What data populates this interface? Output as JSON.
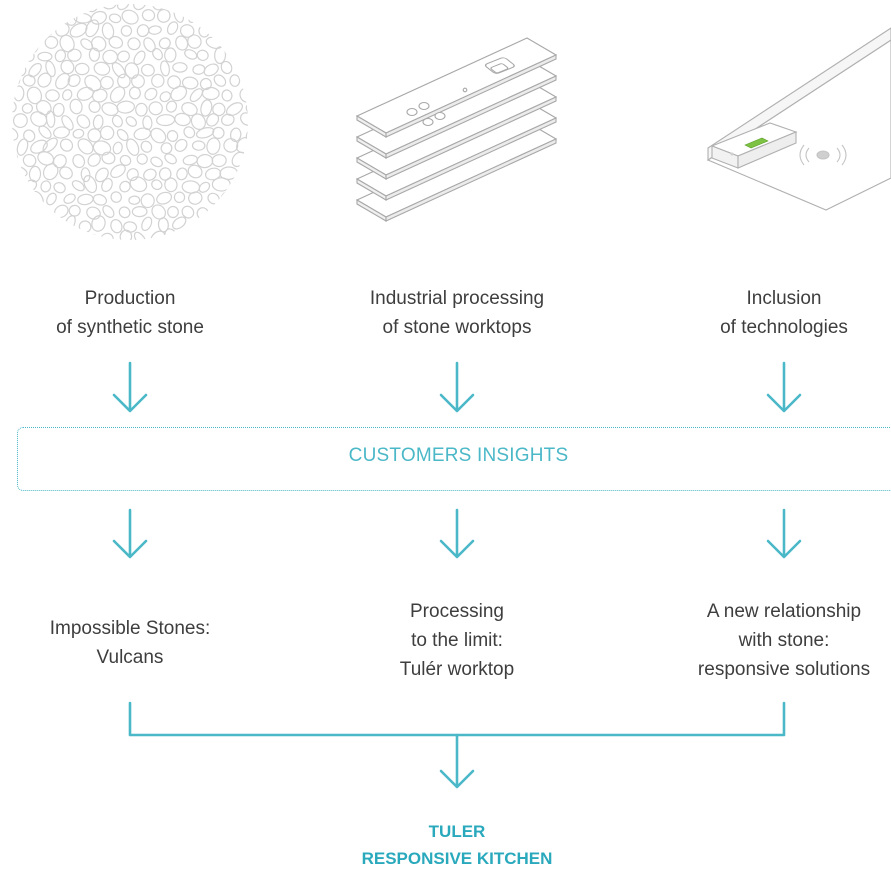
{
  "diagram": {
    "accent_color": "#4bb8c8",
    "illustrations": [
      {
        "icon": "synthetic-stone-texture-icon"
      },
      {
        "icon": "stacked-worktops-icon"
      },
      {
        "icon": "smart-worktop-icon",
        "highlight_color": "#7dc242"
      }
    ],
    "columns": [
      {
        "top_label": [
          "Production",
          "of synthetic stone"
        ],
        "bottom_label": [
          "Impossible Stones:",
          "Vulcans"
        ]
      },
      {
        "top_label": [
          "Industrial processing",
          "of stone worktops"
        ],
        "bottom_label": [
          "Processing",
          "to the limit:",
          "Tulér worktop"
        ]
      },
      {
        "top_label": [
          "Inclusion",
          "of technologies"
        ],
        "bottom_label": [
          "A new relationship",
          "with stone:",
          "responsive solutions"
        ]
      }
    ],
    "insights_label": "CUSTOMERS INSIGHTS",
    "result": [
      "TULER",
      "RESPONSIVE KITCHEN"
    ]
  }
}
